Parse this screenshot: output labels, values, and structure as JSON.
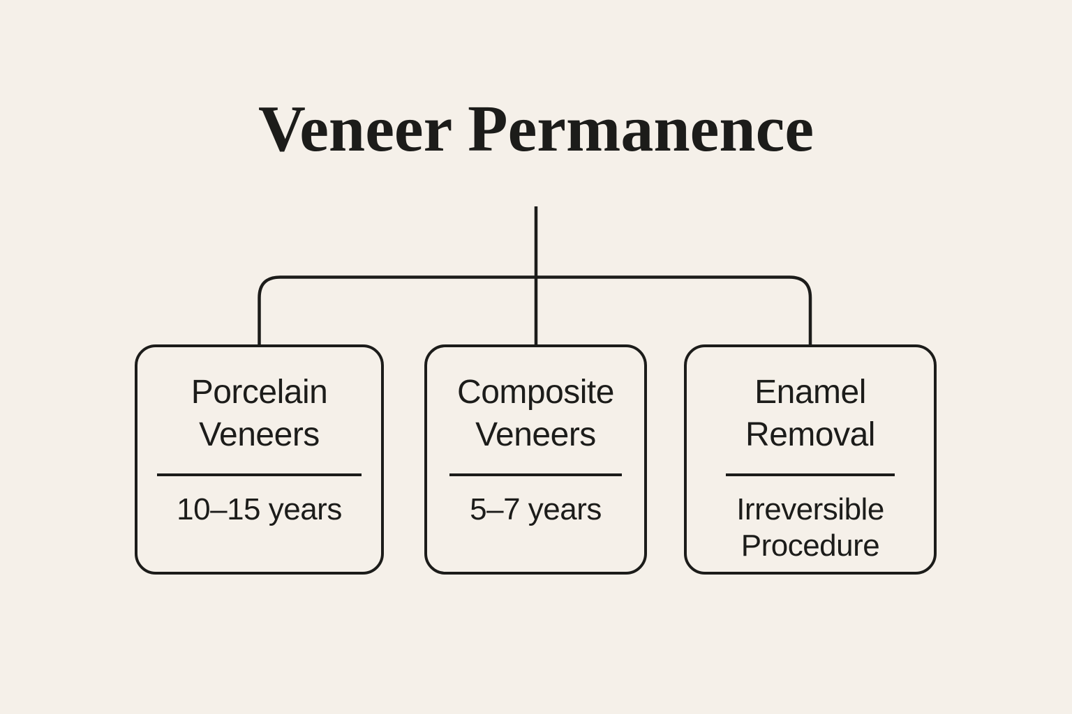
{
  "title": "Veneer Permanence",
  "colors": {
    "background": "#f5f0e9",
    "line": "#1c1c1a",
    "text": "#1c1c1a"
  },
  "chart_data": {
    "type": "table",
    "title": "Veneer Permanence",
    "categories": [
      "Porcelain Veneers",
      "Composite Veneers",
      "Enamel Removal"
    ],
    "values": [
      "10–15 years",
      "5–7 years",
      "Irreversible Procedure"
    ]
  },
  "tree": {
    "nodes": [
      {
        "label": "Porcelain Veneers",
        "value": "10–15 years"
      },
      {
        "label": "Composite Veneers",
        "value": "5–7 years"
      },
      {
        "label": "Enamel Removal",
        "value": "Irreversible Procedure"
      }
    ]
  }
}
